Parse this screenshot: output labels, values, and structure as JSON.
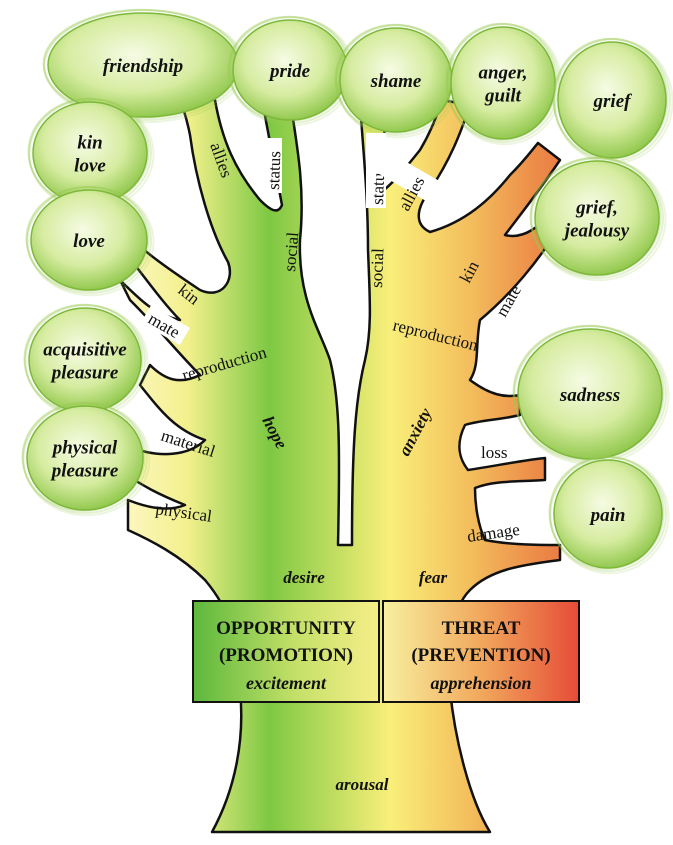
{
  "leaves": [
    {
      "id": "friendship",
      "lines": [
        "friendship"
      ]
    },
    {
      "id": "pride",
      "lines": [
        "pride"
      ]
    },
    {
      "id": "shame",
      "lines": [
        "shame"
      ]
    },
    {
      "id": "anger-guilt",
      "lines": [
        "anger,",
        "guilt"
      ]
    },
    {
      "id": "grief-top",
      "lines": [
        "grief"
      ]
    },
    {
      "id": "kin-love",
      "lines": [
        "kin",
        "love"
      ]
    },
    {
      "id": "love",
      "lines": [
        "love"
      ]
    },
    {
      "id": "grief-jealousy",
      "lines": [
        "grief,",
        "jealousy"
      ]
    },
    {
      "id": "acquisitive-pleasure",
      "lines": [
        "acquisitive",
        "pleasure"
      ]
    },
    {
      "id": "sadness",
      "lines": [
        "sadness"
      ]
    },
    {
      "id": "physical-pleasure",
      "lines": [
        "physical",
        "pleasure"
      ]
    },
    {
      "id": "pain",
      "lines": [
        "pain"
      ]
    }
  ],
  "branches": {
    "allies_left": "allies",
    "status_left": "status",
    "social_left": "social",
    "kin_left": "kin",
    "mate_left": "mate",
    "reproduction_left": "reproduction",
    "material": "material",
    "physical": "physical",
    "status_right": "status",
    "allies_right": "allies",
    "social_right": "social",
    "kin_right": "kin",
    "mate_right": "mate",
    "reproduction_right": "reproduction",
    "loss": "loss",
    "damage": "damage"
  },
  "trunk": {
    "hope": "hope",
    "anxiety": "anxiety",
    "desire": "desire",
    "fear": "fear",
    "arousal": "arousal"
  },
  "boxes": {
    "opportunity": {
      "title1": "OPPORTUNITY",
      "title2": "(PROMOTION)",
      "sub": "excitement"
    },
    "threat": {
      "title1": "THREAT",
      "title2": "(PREVENTION)",
      "sub": "apprehension"
    }
  },
  "colors": {
    "green": "#6cbf3c",
    "yellow": "#f7ee7a",
    "orange": "#ef9a4f",
    "red": "#e8553c",
    "leaf_light": "#eaf5c8",
    "leaf_dark": "#8cc63f"
  }
}
